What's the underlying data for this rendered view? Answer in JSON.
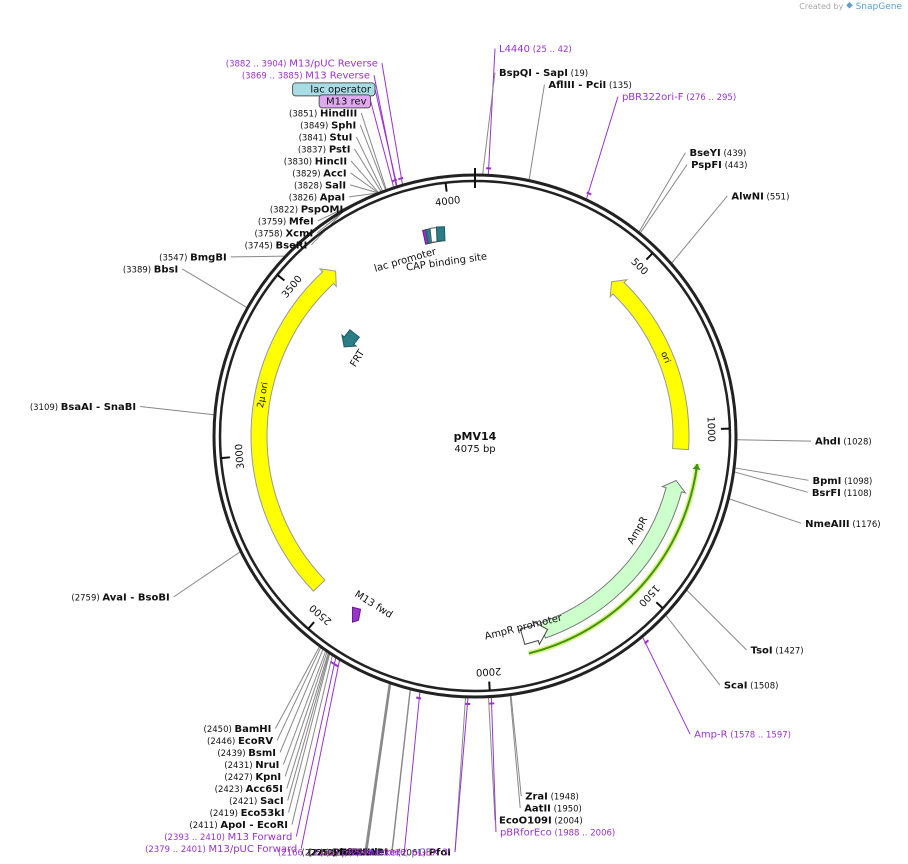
{
  "branding": {
    "created_by": "Created by",
    "app": "SnapGene"
  },
  "plasmid": {
    "name": "pMV14",
    "length_label": "4075 bp",
    "length": 4075
  },
  "colors": {
    "backbone": "#222222",
    "primer": "#9933cc",
    "enzyme_line": "#888888",
    "ori_fill": "#ffff00",
    "ampr_fill": "#ccffcc",
    "ampr_orf": "#3e9414",
    "frt_fill": "#2a7c86",
    "lac_op_fill": "#a8dde6"
  },
  "ticks": [
    {
      "bp": 500,
      "label": "500"
    },
    {
      "bp": 1000,
      "label": "1000"
    },
    {
      "bp": 1500,
      "label": "1500"
    },
    {
      "bp": 2000,
      "label": "2000"
    },
    {
      "bp": 2500,
      "label": "2500"
    },
    {
      "bp": 3000,
      "label": "3000"
    },
    {
      "bp": 3500,
      "label": "3500"
    },
    {
      "bp": 4000,
      "label": "4000"
    }
  ],
  "features": [
    {
      "name": "ori",
      "start": 470,
      "end": 1060,
      "strand": "reverse",
      "type": "rep_origin",
      "label": "ori"
    },
    {
      "name": "AmpR",
      "start": 1160,
      "end": 1820,
      "strand": "reverse",
      "type": "cds",
      "label": "AmpR"
    },
    {
      "name": "AmpR promoter",
      "start": 1830,
      "end": 1880,
      "strand": "reverse",
      "type": "promoter",
      "label": "AmpR promoter"
    },
    {
      "name": "2µ ori",
      "start": 2560,
      "end": 3620,
      "strand": "forward",
      "type": "rep_origin",
      "label": "2μ ori"
    },
    {
      "name": "FRT",
      "start": 3470,
      "end": 3500,
      "strand": "reverse",
      "type": "misc",
      "label": "FRT"
    },
    {
      "name": "M13 fwd",
      "start": 2410,
      "end": 2425,
      "strand": "reverse",
      "type": "primer_bind",
      "label": "M13 fwd"
    },
    {
      "name": "lac promoter",
      "start": 3920,
      "end": 3945,
      "strand": "forward",
      "type": "promoter",
      "label": "lac promoter"
    },
    {
      "name": "CAP binding site",
      "start": 3950,
      "end": 3970,
      "strand": "forward",
      "type": "protein_bind",
      "label": "CAP binding site"
    }
  ],
  "primers": [
    {
      "bp": 33,
      "label": "L4440",
      "range": "(25 .. 42)"
    },
    {
      "bp": 285,
      "label": "pBR322ori-F",
      "range": "(276 .. 295)"
    },
    {
      "bp": 1587,
      "label": "Amp-R",
      "range": "(1578 .. 1597)"
    },
    {
      "bp": 1997,
      "label": "pBRforEco",
      "range": "(1988 .. 2006)"
    },
    {
      "bp": 2055,
      "label": "pGEX 3'",
      "range": "(2044 .. 2066)"
    },
    {
      "bp": 2175,
      "label": "pRS-marker",
      "range": "(2166 .. 2185)"
    },
    {
      "bp": 2390,
      "label": "M13/pUC Forward",
      "range": "(2379 .. 2401)"
    },
    {
      "bp": 2401,
      "label": "M13 Forward",
      "range": "(2393 .. 2410)"
    },
    {
      "bp": 3877,
      "label": "M13 Reverse",
      "range": "(3869 .. 3885)"
    },
    {
      "bp": 3893,
      "label": "M13/pUC Reverse",
      "range": "(3882 .. 3904)"
    }
  ],
  "boxed_labels": [
    {
      "bp": 3879,
      "label": "lac operator",
      "kind": "lac_operator"
    },
    {
      "bp": 3870,
      "label": "M13 rev",
      "kind": "primer"
    }
  ],
  "enzymes": [
    {
      "bp": 19,
      "name": "BspQI",
      "suffix": "- SapI",
      "pos": "(19)",
      "side": "right"
    },
    {
      "bp": 135,
      "name": "AflIII",
      "suffix": "- PciI",
      "pos": "(135)",
      "side": "right"
    },
    {
      "bp": 439,
      "name": "BseYI",
      "suffix": "",
      "pos": "(439)",
      "side": "right"
    },
    {
      "bp": 443,
      "name": "PspFI",
      "suffix": "",
      "pos": "(443)",
      "side": "right"
    },
    {
      "bp": 551,
      "name": "AlwNI",
      "suffix": "",
      "pos": "(551)",
      "side": "right"
    },
    {
      "bp": 1028,
      "name": "AhdI",
      "suffix": "",
      "pos": "(1028)",
      "side": "right"
    },
    {
      "bp": 1098,
      "name": "BpmI",
      "suffix": "",
      "pos": "(1098)",
      "side": "right"
    },
    {
      "bp": 1108,
      "name": "BsrFI",
      "suffix": "",
      "pos": "(1108)",
      "side": "right"
    },
    {
      "bp": 1176,
      "name": "NmeAIII",
      "suffix": "",
      "pos": "(1176)",
      "side": "right"
    },
    {
      "bp": 1427,
      "name": "TsoI",
      "suffix": "",
      "pos": "(1427)",
      "side": "right"
    },
    {
      "bp": 1508,
      "name": "ScaI",
      "suffix": "",
      "pos": "(1508)",
      "side": "right"
    },
    {
      "bp": 1948,
      "name": "ZraI",
      "suffix": "",
      "pos": "(1948)",
      "side": "right"
    },
    {
      "bp": 1950,
      "name": "AatII",
      "suffix": "",
      "pos": "(1950)",
      "side": "right"
    },
    {
      "bp": 2004,
      "name": "EcoO109I",
      "suffix": "",
      "pos": "(2004)",
      "side": "right"
    },
    {
      "bp": 2061,
      "name": "PfoI",
      "suffix": "",
      "pos": "(2061)",
      "side": "left"
    },
    {
      "bp": 2199,
      "name": "NdeI",
      "suffix": "",
      "pos": "(2199)",
      "side": "left"
    },
    {
      "bp": 2200,
      "name": "BstAPI",
      "suffix": "",
      "pos": "(2200)",
      "side": "left"
    },
    {
      "bp": 2250,
      "name": "KasI",
      "suffix": "",
      "pos": "(2250)",
      "side": "left"
    },
    {
      "bp": 2251,
      "name": "NarI",
      "suffix": "",
      "pos": "(2251)",
      "side": "left"
    },
    {
      "bp": 2252,
      "name": "SfoI",
      "suffix": "",
      "pos": "(2252)",
      "side": "left"
    },
    {
      "bp": 2254,
      "name": "PluTI",
      "suffix": "",
      "pos": "(2254)",
      "side": "left"
    },
    {
      "bp": 2411,
      "name": "ApoI",
      "suffix": "- EcoRI",
      "pos": "(2411)",
      "side": "left"
    },
    {
      "bp": 2419,
      "name": "Eco53kI",
      "suffix": "",
      "pos": "(2419)",
      "side": "left"
    },
    {
      "bp": 2421,
      "name": "SacI",
      "suffix": "",
      "pos": "(2421)",
      "side": "left"
    },
    {
      "bp": 2423,
      "name": "Acc65I",
      "suffix": "",
      "pos": "(2423)",
      "side": "left"
    },
    {
      "bp": 2427,
      "name": "KpnI",
      "suffix": "",
      "pos": "(2427)",
      "side": "left"
    },
    {
      "bp": 2431,
      "name": "NruI",
      "suffix": "",
      "pos": "(2431)",
      "side": "left"
    },
    {
      "bp": 2439,
      "name": "BsmI",
      "suffix": "",
      "pos": "(2439)",
      "side": "left"
    },
    {
      "bp": 2446,
      "name": "EcoRV",
      "suffix": "",
      "pos": "(2446)",
      "side": "left"
    },
    {
      "bp": 2450,
      "name": "BamHI",
      "suffix": "",
      "pos": "(2450)",
      "side": "left"
    },
    {
      "bp": 2759,
      "name": "AvaI",
      "suffix": "- BsoBI",
      "pos": "(2759)",
      "side": "left"
    },
    {
      "bp": 3109,
      "name": "BsaAI",
      "suffix": "- SnaBI",
      "pos": "(3109)",
      "side": "left"
    },
    {
      "bp": 3389,
      "name": "BbsI",
      "suffix": "",
      "pos": "(3389)",
      "side": "left"
    },
    {
      "bp": 3547,
      "name": "BmgBI",
      "suffix": "",
      "pos": "(3547)",
      "side": "left"
    },
    {
      "bp": 3745,
      "name": "BseRI",
      "suffix": "",
      "pos": "(3745)",
      "side": "left"
    },
    {
      "bp": 3758,
      "name": "XcmI",
      "suffix": "",
      "pos": "(3758)",
      "side": "left"
    },
    {
      "bp": 3759,
      "name": "MfeI",
      "suffix": "",
      "pos": "(3759)",
      "side": "left"
    },
    {
      "bp": 3822,
      "name": "PspOMI",
      "suffix": "",
      "pos": "(3822)",
      "side": "left"
    },
    {
      "bp": 3826,
      "name": "ApaI",
      "suffix": "",
      "pos": "(3826)",
      "side": "left"
    },
    {
      "bp": 3828,
      "name": "SalI",
      "suffix": "",
      "pos": "(3828)",
      "side": "left"
    },
    {
      "bp": 3829,
      "name": "AccI",
      "suffix": "",
      "pos": "(3829)",
      "side": "left"
    },
    {
      "bp": 3830,
      "name": "HincII",
      "suffix": "",
      "pos": "(3830)",
      "side": "left"
    },
    {
      "bp": 3837,
      "name": "PstI",
      "suffix": "",
      "pos": "(3837)",
      "side": "left"
    },
    {
      "bp": 3841,
      "name": "StuI",
      "suffix": "",
      "pos": "(3841)",
      "side": "left"
    },
    {
      "bp": 3849,
      "name": "SphI",
      "suffix": "",
      "pos": "(3849)",
      "side": "left"
    },
    {
      "bp": 3851,
      "name": "HindIII",
      "suffix": "",
      "pos": "(3851)",
      "side": "left"
    }
  ]
}
